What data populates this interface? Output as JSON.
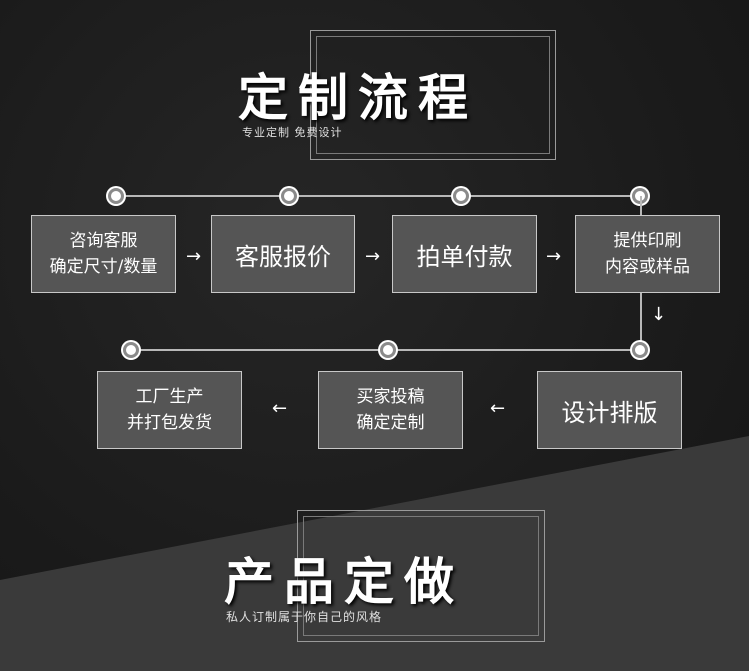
{
  "header": {
    "title": "定制流程",
    "subtitle": "专业定制 免费设计"
  },
  "flow": {
    "row1": [
      {
        "line1": "咨询客服",
        "line2": "确定尺寸/数量"
      },
      {
        "line1": "客服报价"
      },
      {
        "line1": "拍单付款"
      },
      {
        "line1": "提供印刷",
        "line2": "内容或样品"
      }
    ],
    "row2": [
      {
        "line1": "设计排版"
      },
      {
        "line1": "买家投稿",
        "line2": "确定定制"
      },
      {
        "line1": "工厂生产",
        "line2": "并打包发货"
      }
    ],
    "arrow_right": "→",
    "arrow_left": "←",
    "arrow_down": "↓"
  },
  "footer": {
    "title": "产品定做",
    "subtitle": "私人订制属于你自己的风格"
  },
  "colors": {
    "background": "#1c1c1c",
    "wedge": "#3a3a3a",
    "step_box": "#555555",
    "step_border": "#c8c8c8",
    "line": "#b8b8b8"
  }
}
